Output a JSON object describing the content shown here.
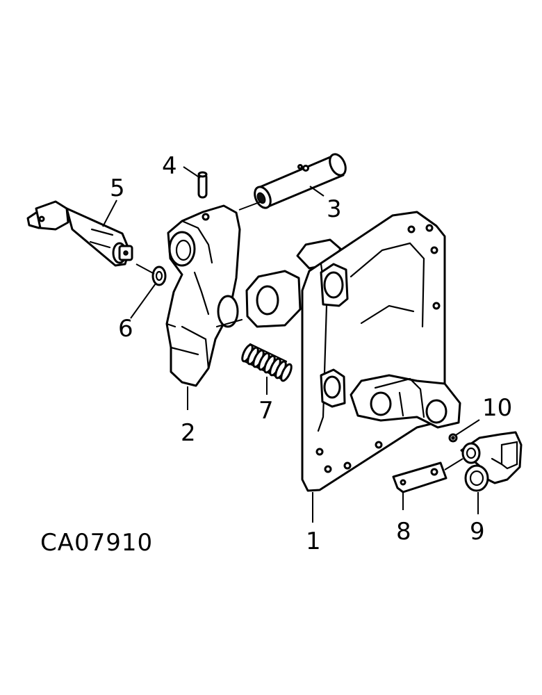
{
  "drawing_code": "CA07910",
  "callouts": {
    "c1": "1",
    "c2": "2",
    "c3": "3",
    "c4": "4",
    "c5": "5",
    "c6": "6",
    "c7": "7",
    "c8": "8",
    "c9": "9",
    "c10": "10"
  }
}
